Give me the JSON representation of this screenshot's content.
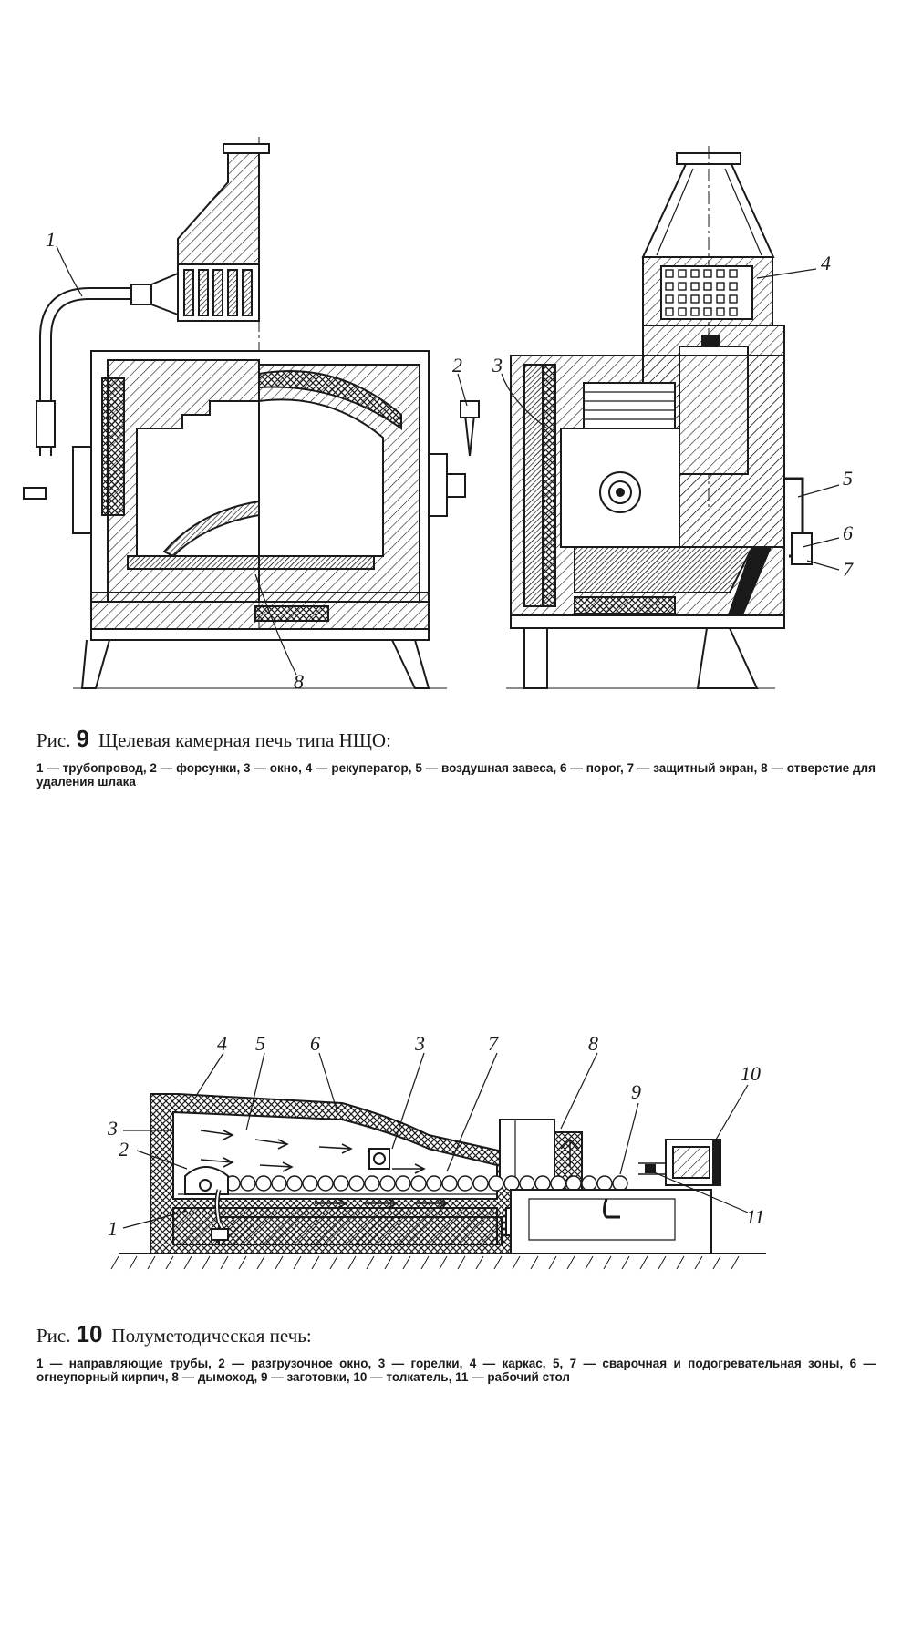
{
  "figure9": {
    "caption_prefix": "Рис.",
    "number": "9",
    "title": "Щелевая камерная печь типа НЩО:",
    "legend": "1 — трубопровод, 2 — форсунки, 3 — окно, 4 — рекуператор, 5 — воздушная завеса, 6 — порог, 7 — защитный экран, 8 — отверстие для удаления шлака",
    "labels": [
      "1",
      "2",
      "3",
      "4",
      "5",
      "6",
      "7",
      "8"
    ]
  },
  "figure10": {
    "caption_prefix": "Рис.",
    "number": "10",
    "title": "Полуметодическая печь:",
    "legend": "1 — направляющие трубы, 2 — разгрузочное окно, 3 — горелки, 4 — каркас, 5, 7 — сварочная и подогревательная зоны, 6 — огнеупорный кирпич, 8 — дымоход, 9 — заготовки, 10 — толкатель, 11 — рабочий стол",
    "labels": [
      "1",
      "2",
      "3",
      "4",
      "5",
      "6",
      "3",
      "7",
      "8",
      "9",
      "10",
      "11"
    ]
  },
  "colors": {
    "ink": "#1a1a1a",
    "paper": "#ffffff"
  }
}
